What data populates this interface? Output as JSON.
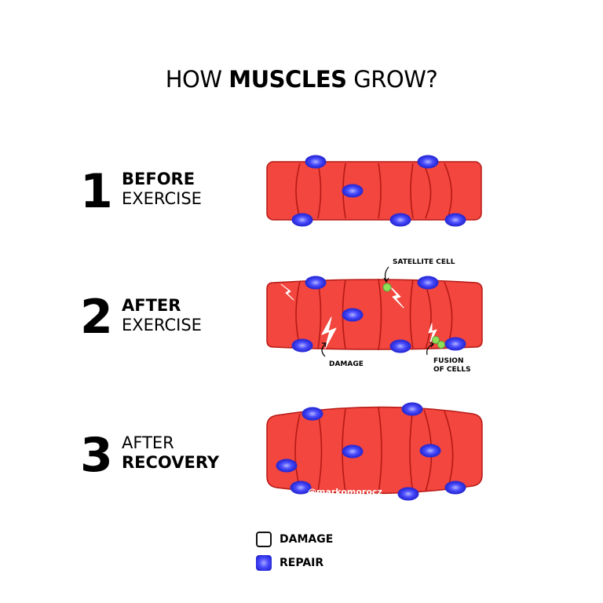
{
  "title": {
    "part1": "HOW",
    "part2": "MUSCLES",
    "part3": "GROW?"
  },
  "steps": [
    {
      "number": "1",
      "line1": "BEFORE",
      "line2": "EXERCISE"
    },
    {
      "number": "2",
      "line1": "AFTER",
      "line2": "EXERCISE"
    },
    {
      "number": "3",
      "line1": "AFTER",
      "line2": "RECOVERY"
    }
  ],
  "annotations": {
    "satellite_cell": "SATELLITE CELL",
    "damage": "DAMAGE",
    "fusion_line1": "FUSION",
    "fusion_line2": "OF CELLS"
  },
  "watermark": "@markomorocz",
  "legend": [
    {
      "label": "DAMAGE"
    },
    {
      "label": "REPAIR"
    }
  ],
  "colors": {
    "muscle_fill": "#f2463e",
    "muscle_stroke": "#b61a16",
    "nucleus": "#3a3cf0",
    "satellite_cell": "#8ee05a",
    "damage_crack": "#ffffff"
  }
}
